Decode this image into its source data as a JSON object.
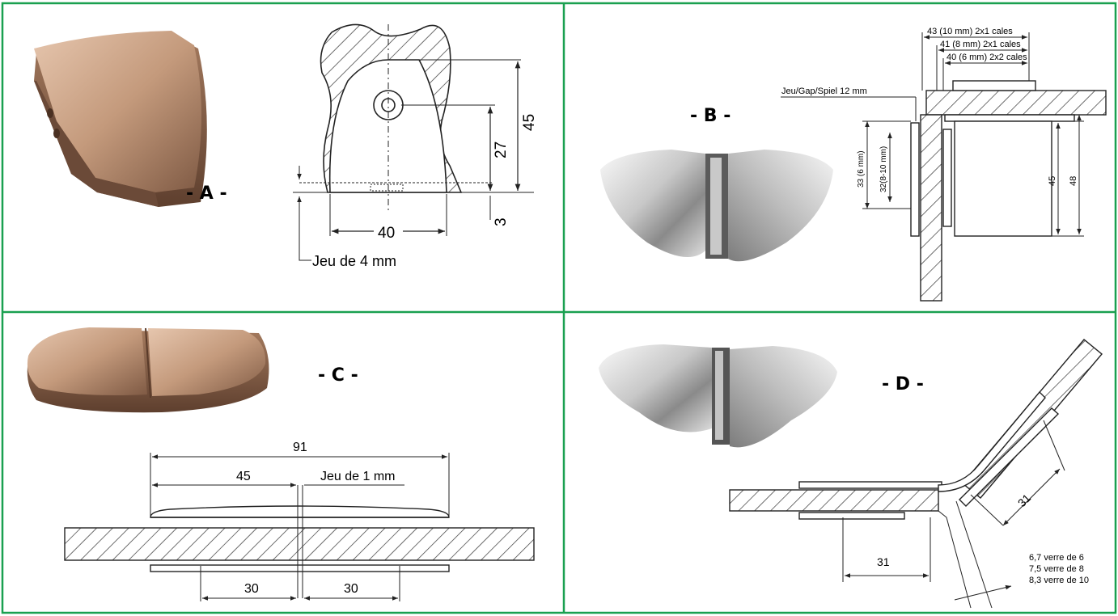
{
  "colors": {
    "grid_border": "#1aa050",
    "line": "#222222",
    "bronze_light": "#d8b49a",
    "bronze_dark": "#8a6048",
    "chrome_light": "#f2f2f2",
    "chrome_dark": "#7a7a7a"
  },
  "panels": {
    "a": {
      "label": "- A -",
      "dim_height": "45",
      "dim_center": "27",
      "dim_gap": "3",
      "dim_width": "40",
      "note": "Jeu de 4 mm"
    },
    "b": {
      "label": "- B -",
      "dim_top_1": "43 (10 mm) 2x1 cales",
      "dim_top_2": "41 (8 mm) 2x1 cales",
      "dim_top_3": "40 (6 mm) 2x2 cales",
      "gap_note": "Jeu/Gap/Spiel 12 mm",
      "dim_v1": "33 (6 mm)",
      "dim_v2": "32(8-10 mm)",
      "dim_v3": "45",
      "dim_v4": "48"
    },
    "c": {
      "label": "- C -",
      "dim_total": "91",
      "dim_half": "45",
      "note": "Jeu de 1 mm",
      "dim_left": "30",
      "dim_right": "30"
    },
    "d": {
      "label": "- D -",
      "dim_bottom": "31",
      "dim_diag": "31",
      "note_1": "6,7 verre de 6",
      "note_2": "7,5 verre de 8",
      "note_3": "8,3 verre de 10"
    }
  }
}
